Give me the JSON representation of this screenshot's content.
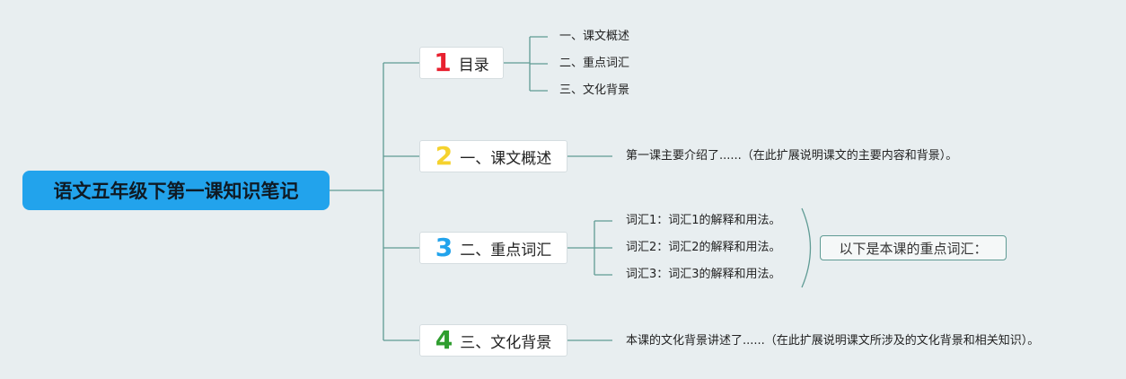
{
  "root": {
    "label": "语文五年级下第一课知识笔记"
  },
  "colors": {
    "root_bg": "#22a3ec",
    "line": "#5f9b94",
    "num1": "#e8202f",
    "num2": "#f5d22e",
    "num3": "#22a3ec",
    "num4": "#2f9e2f"
  },
  "branches": [
    {
      "number": "1",
      "label": "目录",
      "children": [
        "一、课文概述",
        "二、重点词汇",
        "三、文化背景"
      ]
    },
    {
      "number": "2",
      "label": "一、课文概述",
      "children": [
        "第一课主要介绍了......（在此扩展说明课文的主要内容和背景）。"
      ]
    },
    {
      "number": "3",
      "label": "二、重点词汇",
      "children": [
        "词汇1：词汇1的解释和用法。",
        "词汇2：词汇2的解释和用法。",
        "词汇3：词汇3的解释和用法。"
      ],
      "summary": "以下是本课的重点词汇："
    },
    {
      "number": "4",
      "label": "三、文化背景",
      "children": [
        "本课的文化背景讲述了......（在此扩展说明课文所涉及的文化背景和相关知识）。"
      ]
    }
  ]
}
